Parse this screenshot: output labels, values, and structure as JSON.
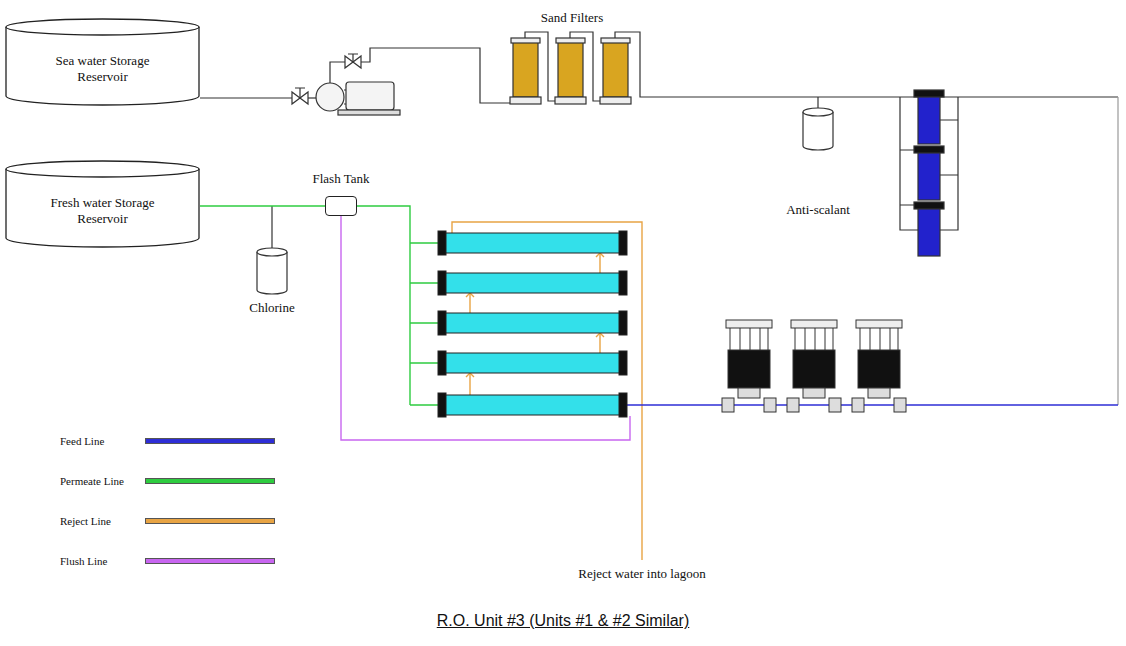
{
  "diagram": {
    "caption": "R.O. Unit #3  (Units #1 & #2 Similar)",
    "nodes": [
      {
        "text": [
          "Sea water Storage Reservoir"
        ]
      },
      {
        "text": [
          "Fresh water Storage Reservoir"
        ]
      },
      {
        "text": [
          "Flash Tank"
        ]
      }
    ],
    "edges": [
      {
        "from": 2,
        "to": 1,
        "arrow": "none"
      }
    ],
    "labels": [
      "Sand Filters",
      "Anti-scalant",
      "Chlorine",
      "Reject water into lagoon"
    ],
    "legend": [
      {
        "text": "Feed Line",
        "color": "#2e2ed6"
      },
      {
        "text": "Permeate Line",
        "color": "#2ecc40"
      },
      {
        "text": "Reject Line",
        "color": "#e8a444"
      },
      {
        "text": "Flush Line",
        "color": "#c866f0"
      }
    ]
  }
}
